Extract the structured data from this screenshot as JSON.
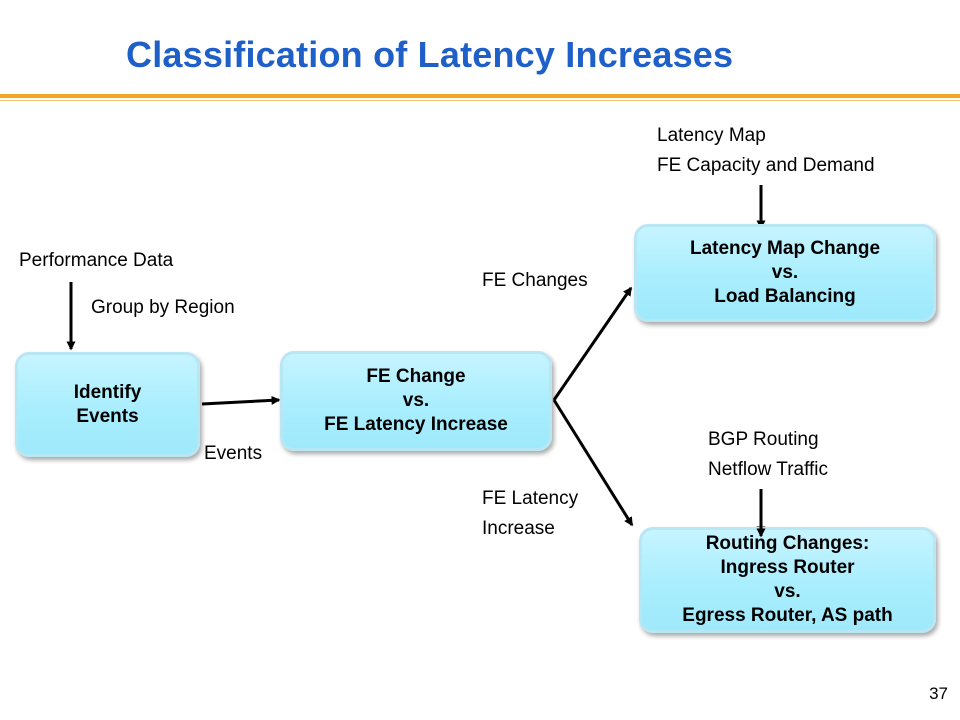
{
  "slide": {
    "title": "Classification of Latency Increases",
    "page_number": "37",
    "colors": {
      "title": "#1f5fc8",
      "rule": "#f2a623",
      "box_fill": "#a9eefe",
      "box_border": "#b8e6f3"
    }
  },
  "labels": {
    "performance_data": "Performance Data",
    "group_by_region": "Group by Region",
    "events": "Events",
    "fe_changes": "FE Changes",
    "fe_latency_increase": [
      "FE Latency",
      "Increase"
    ],
    "latency_map_inputs": [
      "Latency Map",
      "FE Capacity and Demand"
    ],
    "routing_inputs": [
      "BGP Routing",
      "Netflow Traffic"
    ]
  },
  "boxes": {
    "identify": [
      "Identify",
      "Events"
    ],
    "fe_change": [
      "FE Change",
      "vs.",
      "FE Latency Increase"
    ],
    "latency_map": [
      "Latency Map Change",
      "vs.",
      "Load Balancing"
    ],
    "routing": [
      "Routing Changes:",
      "Ingress Router",
      "vs.",
      "Egress Router, AS path"
    ]
  }
}
